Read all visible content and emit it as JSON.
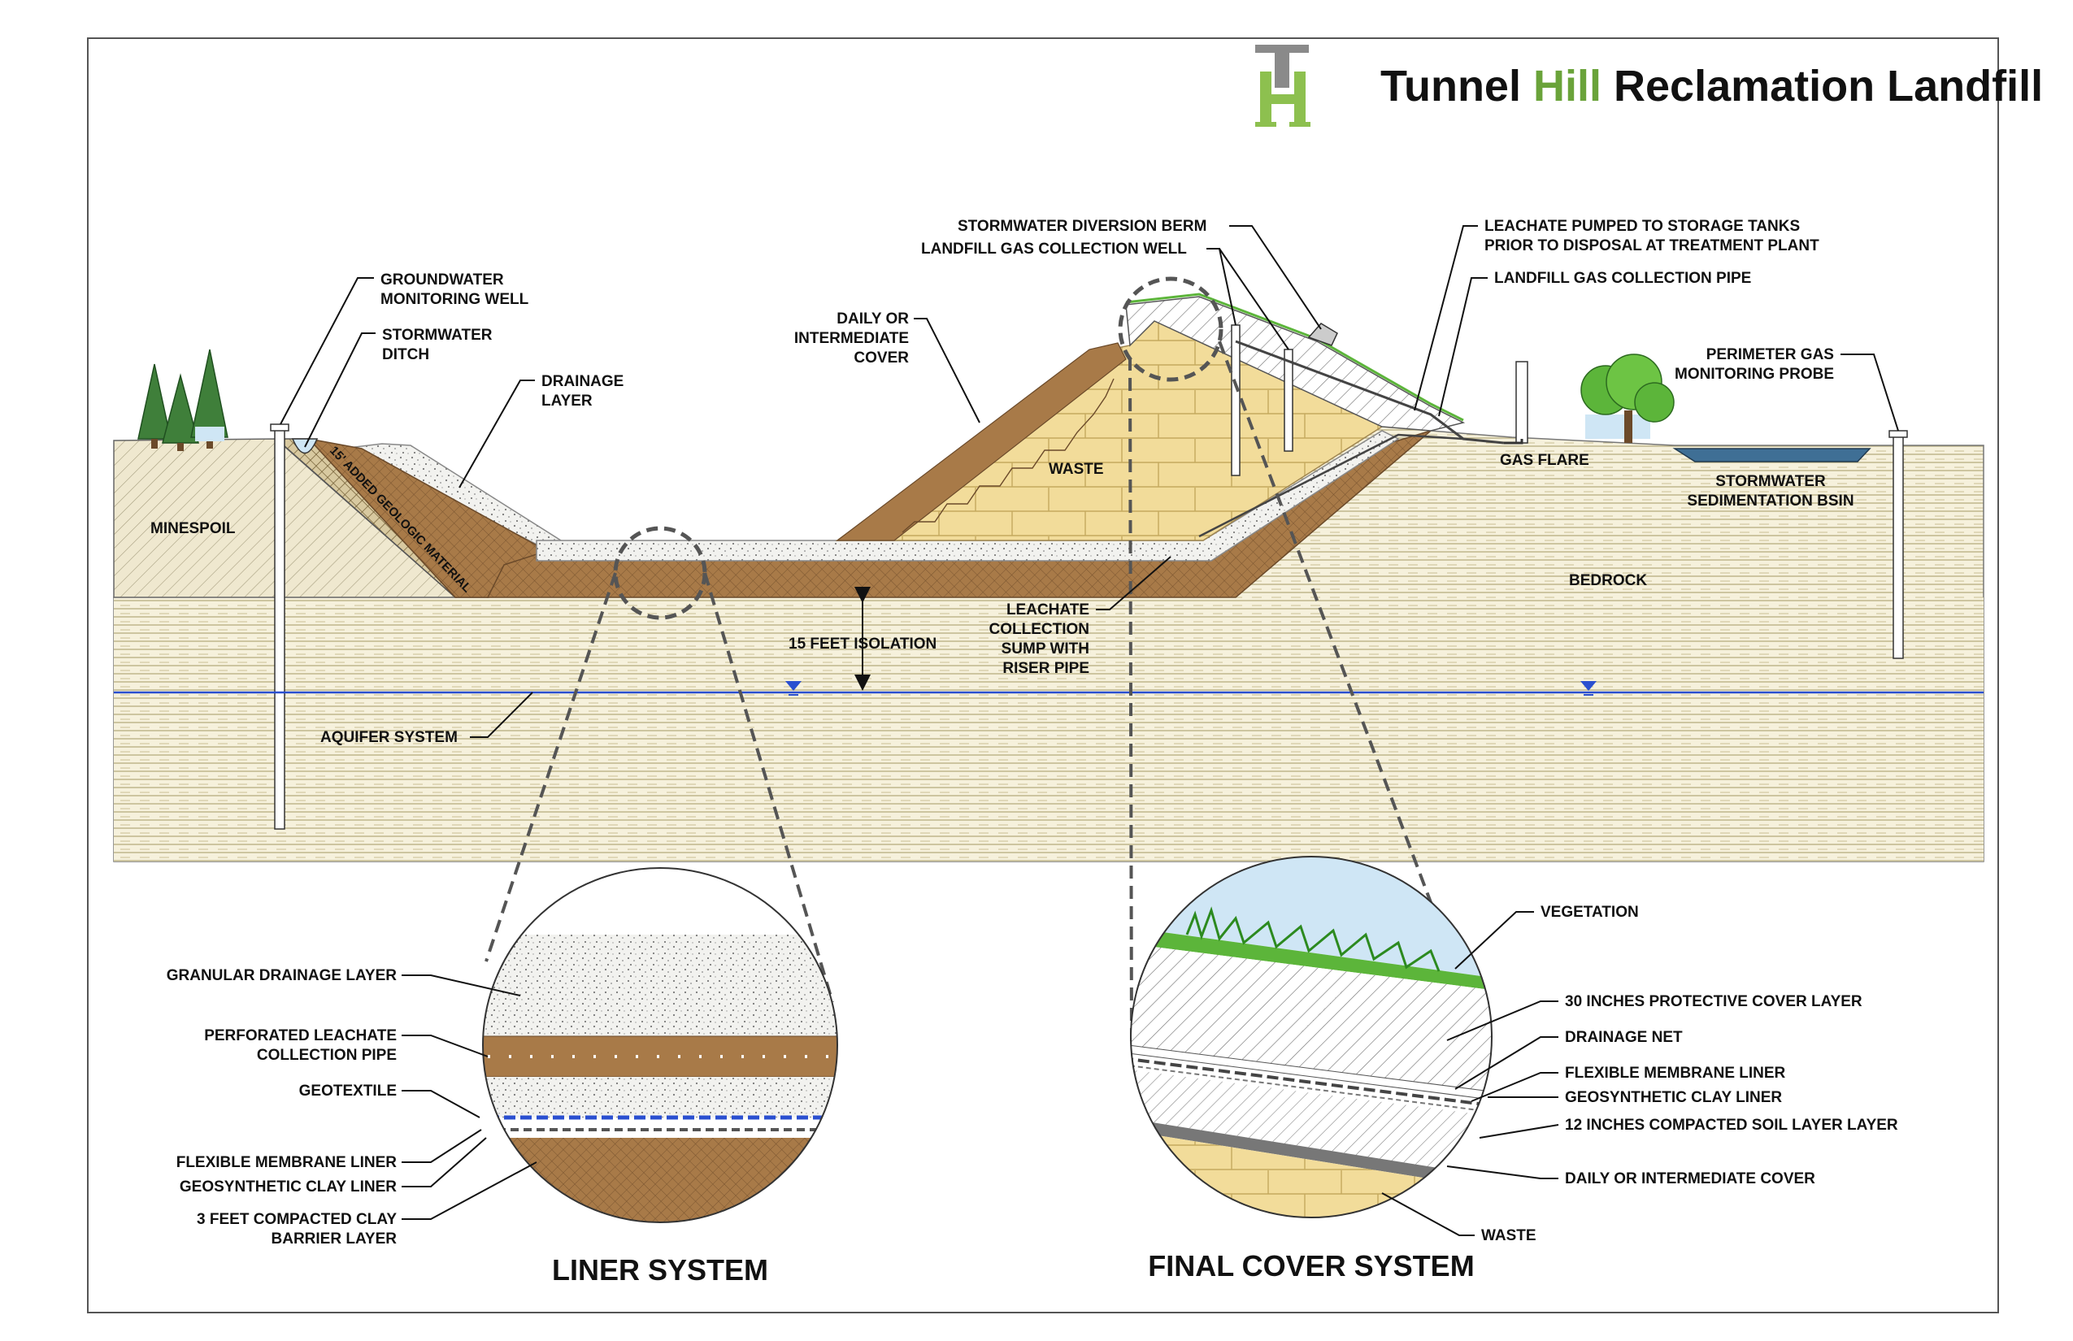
{
  "title": {
    "part1": "Tunnel ",
    "part2": "Hill",
    "part3": " Reclamation Landfill",
    "accent": "#6aa33a"
  },
  "logo": {
    "letters": "TH"
  },
  "labels": {
    "groundwater_well": [
      "GROUNDWATER",
      "MONITORING WELL"
    ],
    "stormwater_ditch": [
      "STORMWATER",
      "DITCH"
    ],
    "drainage_layer": [
      "DRAINAGE",
      "LAYER"
    ],
    "minespoil": "MINESPOIL",
    "added_geo": "15' ADDED GEOLOGIC MATERIAL",
    "daily_cover": [
      "DAILY OR",
      "INTERMEDIATE",
      "COVER"
    ],
    "waste": "WASTE",
    "diversion_berm": "STORMWATER DIVERSION BERM",
    "gas_well": "LANDFILL GAS COLLECTION WELL",
    "leachate_pumped": [
      "LEACHATE PUMPED TO STORAGE TANKS",
      "PRIOR TO DISPOSAL AT TREATMENT PLANT"
    ],
    "gas_pipe": "LANDFILL GAS COLLECTION PIPE",
    "gas_flare": "GAS FLARE",
    "perimeter_probe": [
      "PERIMETER GAS",
      "MONITORING PROBE"
    ],
    "sed_basin": [
      "STORMWATER",
      "SEDIMENTATION BSIN"
    ],
    "bedrock": "BEDROCK",
    "isolation": "15 FEET ISOLATION",
    "sump": [
      "LEACHATE",
      "COLLECTION",
      "SUMP WITH",
      "RISER PIPE"
    ],
    "aquifer": "AQUIFER SYSTEM"
  },
  "liner_system": {
    "title": "LINER SYSTEM",
    "layers": [
      [
        "GRANULAR DRAINAGE LAYER"
      ],
      [
        "PERFORATED LEACHATE",
        "COLLECTION PIPE"
      ],
      [
        "GEOTEXTILE"
      ],
      [
        "FLEXIBLE MEMBRANE LINER"
      ],
      [
        "GEOSYNTHETIC CLAY LINER"
      ],
      [
        "3 FEET COMPACTED CLAY",
        "BARRIER LAYER"
      ]
    ]
  },
  "final_cover_system": {
    "title": "FINAL COVER SYSTEM",
    "layers": [
      "VEGETATION",
      "30 INCHES PROTECTIVE COVER LAYER",
      "DRAINAGE NET",
      "FLEXIBLE MEMBRANE LINER",
      "GEOSYNTHETIC CLAY LINER",
      "12 INCHES COMPACTED SOIL LAYER LAYER",
      "DAILY OR INTERMEDIATE COVER",
      "WASTE"
    ]
  },
  "colors": {
    "clay": "#a87a48",
    "waste": "#f2dc9a",
    "ground": "#f6f1dc",
    "aquifer_line": "#2a4fd0",
    "basin": "#3f6f95",
    "vegetation": "#5cb53a",
    "tree": "#3f7f3a"
  }
}
